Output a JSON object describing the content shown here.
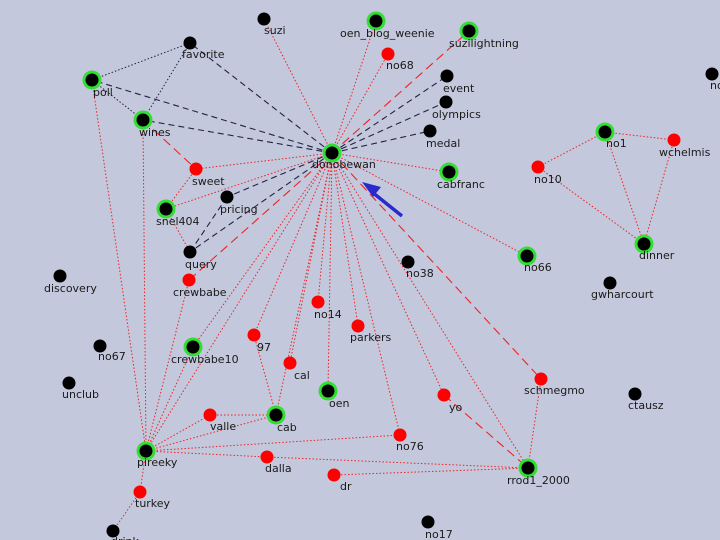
{
  "colors": {
    "background": "#c4c8dc",
    "node_black": "#000000",
    "node_red": "#ff0000",
    "ring_green": "#33dd33",
    "edge_black": "#222244",
    "edge_red": "#ee2222",
    "arrow": "#2a2acc"
  },
  "graph": {
    "center": "donobewan",
    "nodes": [
      {
        "id": "donobewan",
        "label": "donobewan",
        "color": "black",
        "ring": true
      },
      {
        "id": "suzi",
        "label": "suzi",
        "color": "black",
        "ring": false
      },
      {
        "id": "oen_blog_weenie",
        "label": "oen_blog_weenie",
        "color": "black",
        "ring": true
      },
      {
        "id": "suzilightning",
        "label": "suzilightning",
        "color": "black",
        "ring": true
      },
      {
        "id": "no68",
        "label": "no68",
        "color": "red",
        "ring": false
      },
      {
        "id": "favorite",
        "label": "favorite",
        "color": "black",
        "ring": false
      },
      {
        "id": "poll",
        "label": "poll",
        "color": "black",
        "ring": true
      },
      {
        "id": "wines",
        "label": "wines",
        "color": "black",
        "ring": true
      },
      {
        "id": "event",
        "label": "event",
        "color": "black",
        "ring": false
      },
      {
        "id": "olympics",
        "label": "olympics",
        "color": "black",
        "ring": false
      },
      {
        "id": "medal",
        "label": "medal",
        "color": "black",
        "ring": false
      },
      {
        "id": "sweet",
        "label": "sweet",
        "color": "red",
        "ring": false
      },
      {
        "id": "pricing",
        "label": "pricing",
        "color": "black",
        "ring": false
      },
      {
        "id": "snel404",
        "label": "snel404",
        "color": "black",
        "ring": true
      },
      {
        "id": "query",
        "label": "query",
        "color": "black",
        "ring": false
      },
      {
        "id": "crewbabe",
        "label": "crewbabe",
        "color": "red",
        "ring": false
      },
      {
        "id": "cabfranc",
        "label": "cabfranc",
        "color": "black",
        "ring": true
      },
      {
        "id": "no66",
        "label": "no66",
        "color": "black",
        "ring": true
      },
      {
        "id": "no38",
        "label": "no38",
        "color": "black",
        "ring": false
      },
      {
        "id": "discovery",
        "label": "discovery",
        "color": "black",
        "ring": false
      },
      {
        "id": "no14",
        "label": "no14",
        "color": "red",
        "ring": false
      },
      {
        "id": "parkers",
        "label": "parkers",
        "color": "red",
        "ring": false
      },
      {
        "id": "97",
        "label": "97",
        "color": "red",
        "ring": false
      },
      {
        "id": "cal",
        "label": "cal",
        "color": "red",
        "ring": false
      },
      {
        "id": "crewbabe10",
        "label": "crewbabe10",
        "color": "black",
        "ring": true
      },
      {
        "id": "no67",
        "label": "no67",
        "color": "black",
        "ring": false
      },
      {
        "id": "unclub",
        "label": "unclub",
        "color": "black",
        "ring": false
      },
      {
        "id": "oen",
        "label": "oen",
        "color": "black",
        "ring": true
      },
      {
        "id": "yo",
        "label": "yo",
        "color": "red",
        "ring": false
      },
      {
        "id": "schmegmo",
        "label": "schmegmo",
        "color": "red",
        "ring": false
      },
      {
        "id": "valle",
        "label": "valle",
        "color": "red",
        "ring": false
      },
      {
        "id": "cab",
        "label": "cab",
        "color": "black",
        "ring": true
      },
      {
        "id": "no76",
        "label": "no76",
        "color": "red",
        "ring": false
      },
      {
        "id": "pireeky",
        "label": "pireeky",
        "color": "black",
        "ring": true
      },
      {
        "id": "dalla",
        "label": "dalla",
        "color": "red",
        "ring": false
      },
      {
        "id": "dr",
        "label": "dr",
        "color": "red",
        "ring": false
      },
      {
        "id": "rrod1_2000",
        "label": "rrod1_2000",
        "color": "black",
        "ring": true
      },
      {
        "id": "turkey",
        "label": "turkey",
        "color": "red",
        "ring": false
      },
      {
        "id": "drink",
        "label": "drink",
        "color": "black",
        "ring": false
      },
      {
        "id": "no17",
        "label": "no17",
        "color": "black",
        "ring": false
      },
      {
        "id": "no1",
        "label": "no1",
        "color": "black",
        "ring": true
      },
      {
        "id": "wchelmis",
        "label": "wchelmis",
        "color": "red",
        "ring": false
      },
      {
        "id": "no10",
        "label": "no10",
        "color": "red",
        "ring": false
      },
      {
        "id": "dinner",
        "label": "dinner",
        "color": "black",
        "ring": true
      },
      {
        "id": "gwharcourt",
        "label": "gwharcourt",
        "color": "black",
        "ring": false
      },
      {
        "id": "ctausz",
        "label": "ctausz",
        "color": "black",
        "ring": false
      },
      {
        "id": "edge_partial",
        "label": "no",
        "color": "black",
        "ring": false
      }
    ],
    "edges": [
      {
        "from": "donobewan",
        "to": "poll",
        "style": "dash-black"
      },
      {
        "from": "donobewan",
        "to": "favorite",
        "style": "dash-black"
      },
      {
        "from": "donobewan",
        "to": "wines",
        "style": "dash-black"
      },
      {
        "from": "donobewan",
        "to": "event",
        "style": "dash-black"
      },
      {
        "from": "donobewan",
        "to": "olympics",
        "style": "dash-black"
      },
      {
        "from": "donobewan",
        "to": "medal",
        "style": "dash-black"
      },
      {
        "from": "donobewan",
        "to": "pricing",
        "style": "dash-black"
      },
      {
        "from": "donobewan",
        "to": "query",
        "style": "dash-black"
      },
      {
        "from": "donobewan",
        "to": "suzi",
        "style": "dot-red"
      },
      {
        "from": "donobewan",
        "to": "oen_blog_weenie",
        "style": "dot-red"
      },
      {
        "from": "donobewan",
        "to": "suzilightning",
        "style": "dash-red"
      },
      {
        "from": "donobewan",
        "to": "no68",
        "style": "dot-red"
      },
      {
        "from": "donobewan",
        "to": "sweet",
        "style": "dot-red"
      },
      {
        "from": "donobewan",
        "to": "snel404",
        "style": "dot-red"
      },
      {
        "from": "donobewan",
        "to": "crewbabe",
        "style": "dash-red"
      },
      {
        "from": "donobewan",
        "to": "cabfranc",
        "style": "dot-red"
      },
      {
        "from": "donobewan",
        "to": "no66",
        "style": "dot-red"
      },
      {
        "from": "donobewan",
        "to": "no14",
        "style": "dot-red"
      },
      {
        "from": "donobewan",
        "to": "parkers",
        "style": "dot-red"
      },
      {
        "from": "donobewan",
        "to": "97",
        "style": "dot-red"
      },
      {
        "from": "donobewan",
        "to": "cal",
        "style": "dot-red"
      },
      {
        "from": "donobewan",
        "to": "crewbabe10",
        "style": "dot-red"
      },
      {
        "from": "donobewan",
        "to": "oen",
        "style": "dot-red"
      },
      {
        "from": "donobewan",
        "to": "yo",
        "style": "dot-red"
      },
      {
        "from": "donobewan",
        "to": "schmegmo",
        "style": "dash-red"
      },
      {
        "from": "donobewan",
        "to": "cab",
        "style": "dot-red"
      },
      {
        "from": "donobewan",
        "to": "no76",
        "style": "dot-red"
      },
      {
        "from": "donobewan",
        "to": "pireeky",
        "style": "dot-red"
      },
      {
        "from": "donobewan",
        "to": "rrod1_2000",
        "style": "dot-red"
      },
      {
        "from": "poll",
        "to": "favorite",
        "style": "dot-black"
      },
      {
        "from": "poll",
        "to": "wines",
        "style": "dot-black"
      },
      {
        "from": "favorite",
        "to": "wines",
        "style": "dot-black"
      },
      {
        "from": "poll",
        "to": "pireeky",
        "style": "dot-red"
      },
      {
        "from": "wines",
        "to": "sweet",
        "style": "dash-red"
      },
      {
        "from": "wines",
        "to": "pireeky",
        "style": "dot-red"
      },
      {
        "from": "snel404",
        "to": "query",
        "style": "dot-red"
      },
      {
        "from": "pricing",
        "to": "query",
        "style": "dash-black"
      },
      {
        "from": "crewbabe",
        "to": "pireeky",
        "style": "dot-red"
      },
      {
        "from": "sweet",
        "to": "snel404",
        "style": "dot-red"
      },
      {
        "from": "97",
        "to": "cab",
        "style": "dot-red"
      },
      {
        "from": "valle",
        "to": "cab",
        "style": "dot-red"
      },
      {
        "from": "pireeky",
        "to": "valle",
        "style": "dot-red"
      },
      {
        "from": "pireeky",
        "to": "no76",
        "style": "dot-red"
      },
      {
        "from": "pireeky",
        "to": "dalla",
        "style": "dot-red"
      },
      {
        "from": "pireeky",
        "to": "turkey",
        "style": "dot-red"
      },
      {
        "from": "pireeky",
        "to": "crewbabe10",
        "style": "dot-red"
      },
      {
        "from": "pireeky",
        "to": "cab",
        "style": "dot-red"
      },
      {
        "from": "turkey",
        "to": "drink",
        "style": "dot-red"
      },
      {
        "from": "dalla",
        "to": "rrod1_2000",
        "style": "dot-red"
      },
      {
        "from": "dr",
        "to": "rrod1_2000",
        "style": "dot-red"
      },
      {
        "from": "yo",
        "to": "rrod1_2000",
        "style": "dash-red"
      },
      {
        "from": "schmegmo",
        "to": "rrod1_2000",
        "style": "dot-red"
      },
      {
        "from": "no1",
        "to": "wchelmis",
        "style": "dot-red"
      },
      {
        "from": "no1",
        "to": "no10",
        "style": "dot-red"
      },
      {
        "from": "no1",
        "to": "dinner",
        "style": "dot-red"
      },
      {
        "from": "wchelmis",
        "to": "dinner",
        "style": "dot-red"
      },
      {
        "from": "no10",
        "to": "dinner",
        "style": "dot-red"
      }
    ]
  }
}
